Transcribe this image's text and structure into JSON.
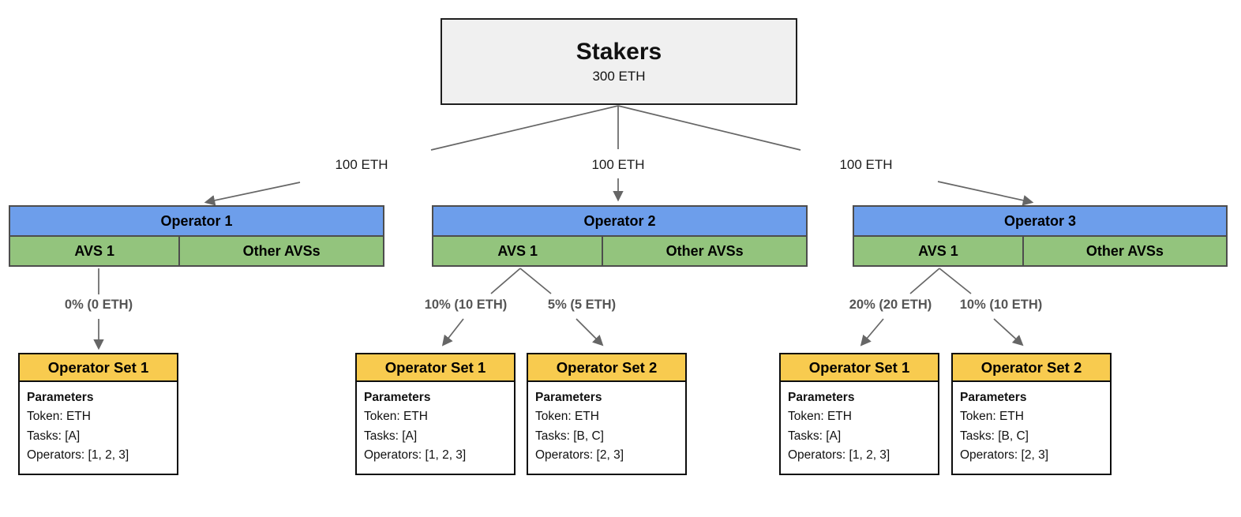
{
  "colors": {
    "stakers_fill": "#f0f0f0",
    "operator_blue": "#6d9eeb",
    "avs_green": "#93c47d",
    "set_yellow": "#f8cb4f",
    "edge_gray": "#666666",
    "allocation_text": "#555555"
  },
  "stakers": {
    "title": "Stakers",
    "amount": "300 ETH"
  },
  "delegations": [
    {
      "label": "100 ETH"
    },
    {
      "label": "100 ETH"
    },
    {
      "label": "100 ETH"
    }
  ],
  "operators": [
    {
      "name": "Operator 1",
      "avs_label": "AVS 1",
      "other_label": "Other AVSs",
      "allocations": [
        {
          "label": "0% (0 ETH)"
        }
      ],
      "sets": [
        {
          "title": "Operator Set 1",
          "params_heading": "Parameters",
          "token": "Token: ETH",
          "tasks": "Tasks: [A]",
          "operators_list": "Operators: [1, 2, 3]"
        }
      ]
    },
    {
      "name": "Operator 2",
      "avs_label": "AVS 1",
      "other_label": "Other AVSs",
      "allocations": [
        {
          "label": "10% (10 ETH)"
        },
        {
          "label": "5% (5 ETH)"
        }
      ],
      "sets": [
        {
          "title": "Operator Set 1",
          "params_heading": "Parameters",
          "token": "Token: ETH",
          "tasks": "Tasks: [A]",
          "operators_list": "Operators: [1, 2, 3]"
        },
        {
          "title": "Operator Set 2",
          "params_heading": "Parameters",
          "token": "Token: ETH",
          "tasks": "Tasks: [B, C]",
          "operators_list": "Operators: [2, 3]"
        }
      ]
    },
    {
      "name": "Operator 3",
      "avs_label": "AVS 1",
      "other_label": "Other AVSs",
      "allocations": [
        {
          "label": "20% (20 ETH)"
        },
        {
          "label": "10% (10 ETH)"
        }
      ],
      "sets": [
        {
          "title": "Operator Set 1",
          "params_heading": "Parameters",
          "token": "Token: ETH",
          "tasks": "Tasks: [A]",
          "operators_list": "Operators: [1, 2, 3]"
        },
        {
          "title": "Operator Set 2",
          "params_heading": "Parameters",
          "token": "Token: ETH",
          "tasks": "Tasks: [B, C]",
          "operators_list": "Operators: [2, 3]"
        }
      ]
    }
  ]
}
